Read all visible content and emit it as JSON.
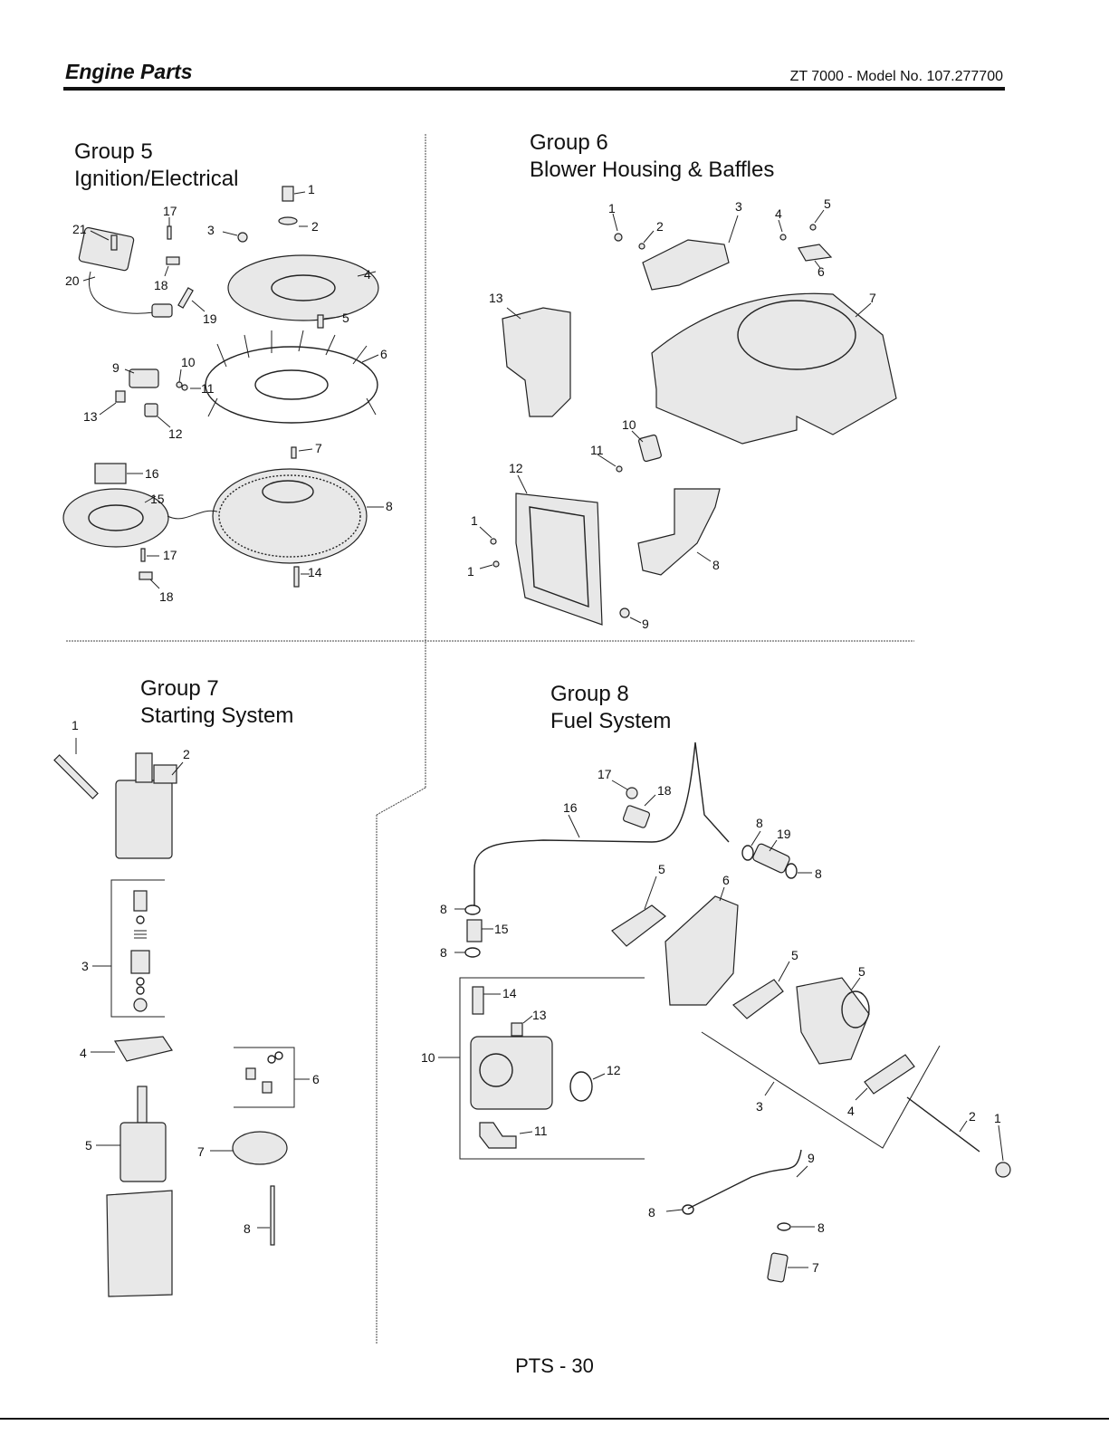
{
  "header": {
    "section_title": "Engine Parts",
    "model_info": "ZT 7000 - Model No. 107.277700"
  },
  "groups": [
    {
      "id": "group5",
      "line1": "Group 5",
      "line2": "Ignition/Electrical"
    },
    {
      "id": "group6",
      "line1": "Group 6",
      "line2": "Blower Housing & Baffles"
    },
    {
      "id": "group7",
      "line1": "Group 7",
      "line2": "Starting System"
    },
    {
      "id": "group8",
      "line1": "Group 8",
      "line2": "Fuel System"
    }
  ],
  "callouts": {
    "group5": [
      "1",
      "2",
      "3",
      "4",
      "5",
      "6",
      "7",
      "8",
      "9",
      "10",
      "11",
      "12",
      "13",
      "14",
      "15",
      "16",
      "17",
      "17",
      "18",
      "18",
      "19",
      "20",
      "21"
    ],
    "group6": [
      "1",
      "1",
      "1",
      "2",
      "3",
      "4",
      "5",
      "6",
      "7",
      "8",
      "9",
      "10",
      "11",
      "12",
      "13"
    ],
    "group7": [
      "1",
      "2",
      "3",
      "4",
      "5",
      "6",
      "7",
      "8"
    ],
    "group8": [
      "1",
      "2",
      "3",
      "4",
      "5",
      "5",
      "5",
      "6",
      "7",
      "8",
      "8",
      "8",
      "8",
      "8",
      "8",
      "9",
      "10",
      "11",
      "12",
      "13",
      "14",
      "15",
      "16",
      "17",
      "18",
      "19"
    ]
  },
  "footer": {
    "page_number": "PTS - 30"
  }
}
